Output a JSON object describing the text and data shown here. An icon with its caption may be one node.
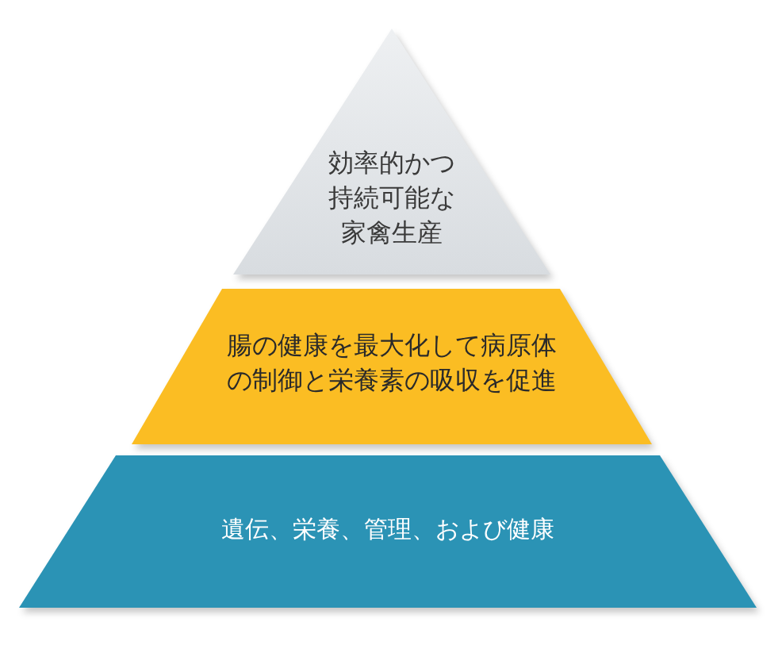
{
  "diagram": {
    "nodes": [
      {
        "text": [
          "効率的かつ持続可能な家禽生産"
        ]
      },
      {
        "text": [
          "腸の健康を最大化して病原体の制御と栄養素の吸収を促進"
        ]
      },
      {
        "text": [
          "遺伝、栄養、管理、および健康"
        ]
      }
    ]
  }
}
